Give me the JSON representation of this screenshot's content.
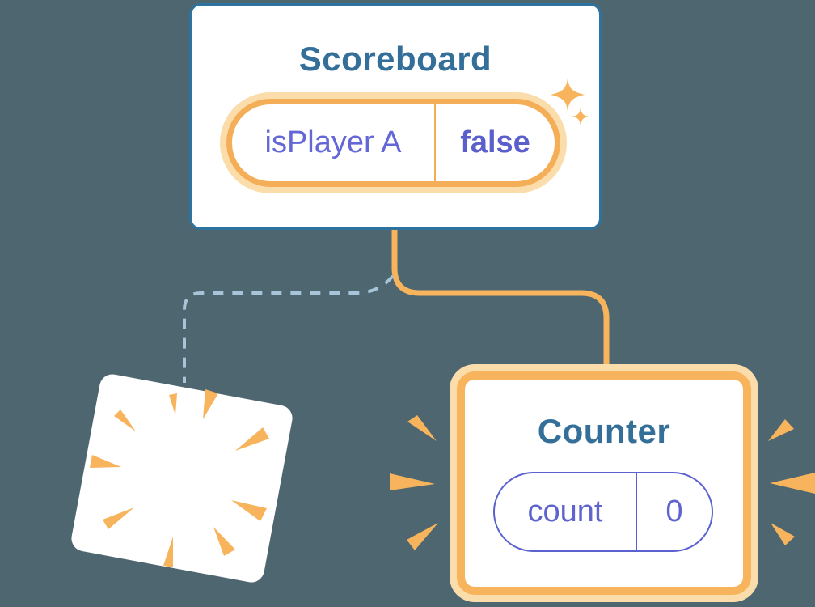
{
  "scoreboard": {
    "title": "Scoreboard",
    "state": {
      "name": "isPlayer A",
      "value": "false"
    }
  },
  "counter": {
    "title": "Counter",
    "state": {
      "name": "count",
      "value": "0"
    }
  },
  "icons": {
    "sparkles": "sparkles-icon",
    "poof": "poof-burst-icon",
    "emphasis": "emphasis-rays-icon"
  },
  "colors": {
    "background": "#4D6670",
    "card_bg": "#FFFFFF",
    "scoreboard_border": "#2E73A0",
    "title_teal": "#336F99",
    "orange": "#F7B45C",
    "orange_halo": "#FBDDAB",
    "pill_orange_border": "#F5AE58",
    "purple_text": "#5E63CE",
    "purple_text_light": "#6468D6",
    "purple_bold": "#5A5FCC",
    "purple_border": "#5B61CF",
    "dashed_blue": "#A7C4D8"
  }
}
